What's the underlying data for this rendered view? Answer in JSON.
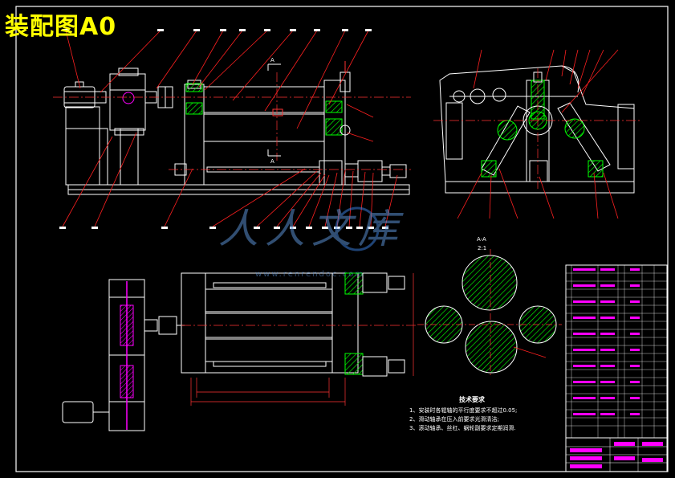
{
  "sheet_title": "装配图A0",
  "section_label": "A-A",
  "section_scale": "2:1",
  "section_marker_top": "A",
  "section_marker_bottom": "A",
  "tech_requirements": {
    "title": "技术要求",
    "items": [
      "1、安装时各辊轴的平行度要求不超过0.05;",
      "2、滑动轴承在压入前要求光滑清洁;",
      "3、滚动轴承、丝杠、蜗轮副要求定期润滑."
    ]
  },
  "watermark": {
    "text": "人人文库",
    "url": "www.renrendoc.com"
  },
  "colors": {
    "background": "#000000",
    "outline": "#ffffff",
    "centerline": "#ff3333",
    "dimension": "#ff3333",
    "leader": "#ff2020",
    "title": "#ffff00",
    "hatch": "#00ff00",
    "accent": "#ff00ff",
    "frame_yellow": "#ffff00"
  }
}
